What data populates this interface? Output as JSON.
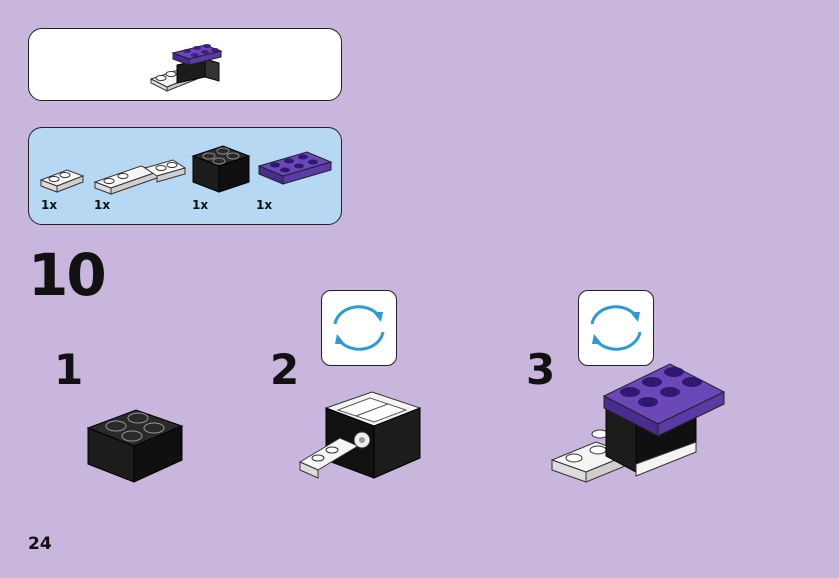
{
  "page_number": "24",
  "step": {
    "main_number": "10",
    "substeps": [
      {
        "number": "1"
      },
      {
        "number": "2"
      },
      {
        "number": "3"
      }
    ]
  },
  "parts_list": {
    "items": [
      {
        "qty": "1x",
        "part": "white-plate-1x2-with-clip"
      },
      {
        "qty": "1x",
        "part": "white-hinge-plate-1x4"
      },
      {
        "qty": "1x",
        "part": "black-brick-2x2"
      },
      {
        "qty": "1x",
        "part": "purple-plate-2x3"
      }
    ]
  },
  "icons": {
    "rotate": "rotate-arrows-icon"
  },
  "colors": {
    "background": "#c8b6dc",
    "parts_panel": "#b6d8f2",
    "rotate_arrows": "#2a9ad8",
    "purple_brick": "#5b3aa0",
    "black_brick": "#1c1c1c"
  }
}
